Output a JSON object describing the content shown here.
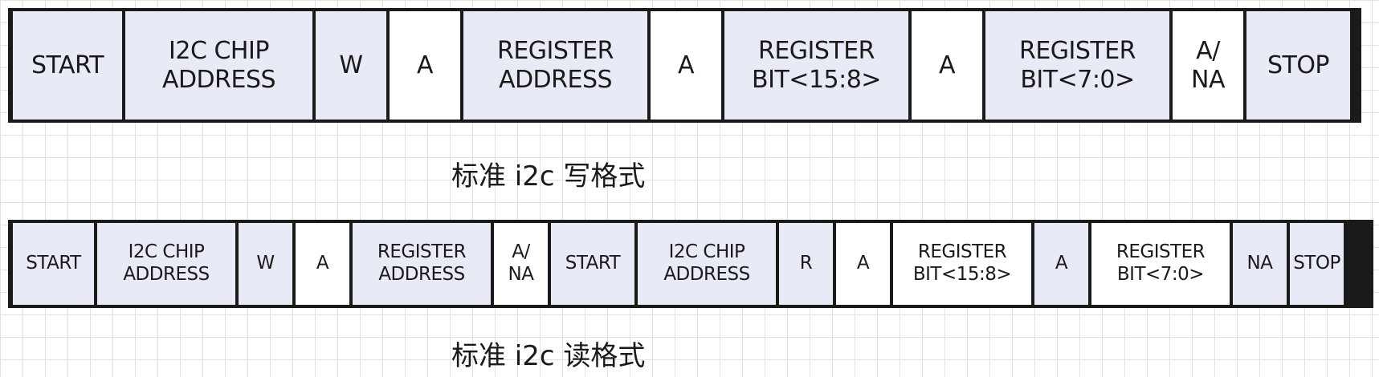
{
  "write_frame": {
    "caption": "标准 i2c 写格式",
    "fields": [
      {
        "label": "START",
        "shaded": true
      },
      {
        "label": "I2C CHIP\nADDRESS",
        "shaded": true
      },
      {
        "label": "W",
        "shaded": true
      },
      {
        "label": "A",
        "shaded": false
      },
      {
        "label": "REGISTER\nADDRESS",
        "shaded": true
      },
      {
        "label": "A",
        "shaded": false
      },
      {
        "label": "REGISTER\nBIT<15:8>",
        "shaded": true
      },
      {
        "label": "A",
        "shaded": false
      },
      {
        "label": "REGISTER\nBIT<7:0>",
        "shaded": true
      },
      {
        "label": "A/\nNA",
        "shaded": false
      },
      {
        "label": "STOP",
        "shaded": true
      }
    ]
  },
  "read_frame": {
    "caption": "标准 i2c 读格式",
    "fields": [
      {
        "label": "START",
        "shaded": true
      },
      {
        "label": "I2C CHIP\nADDRESS",
        "shaded": true
      },
      {
        "label": "W",
        "shaded": true
      },
      {
        "label": "A",
        "shaded": false
      },
      {
        "label": "REGISTER\nADDRESS",
        "shaded": true
      },
      {
        "label": "A/\nNA",
        "shaded": false
      },
      {
        "label": "START",
        "shaded": true
      },
      {
        "label": "I2C CHIP\nADDRESS",
        "shaded": true
      },
      {
        "label": "R",
        "shaded": true
      },
      {
        "label": "A",
        "shaded": false
      },
      {
        "label": "REGISTER\nBIT<15:8>",
        "shaded": false
      },
      {
        "label": "A",
        "shaded": true
      },
      {
        "label": "REGISTER\nBIT<7:0>",
        "shaded": false
      },
      {
        "label": "NA",
        "shaded": true
      },
      {
        "label": "STOP",
        "shaded": true
      }
    ]
  }
}
